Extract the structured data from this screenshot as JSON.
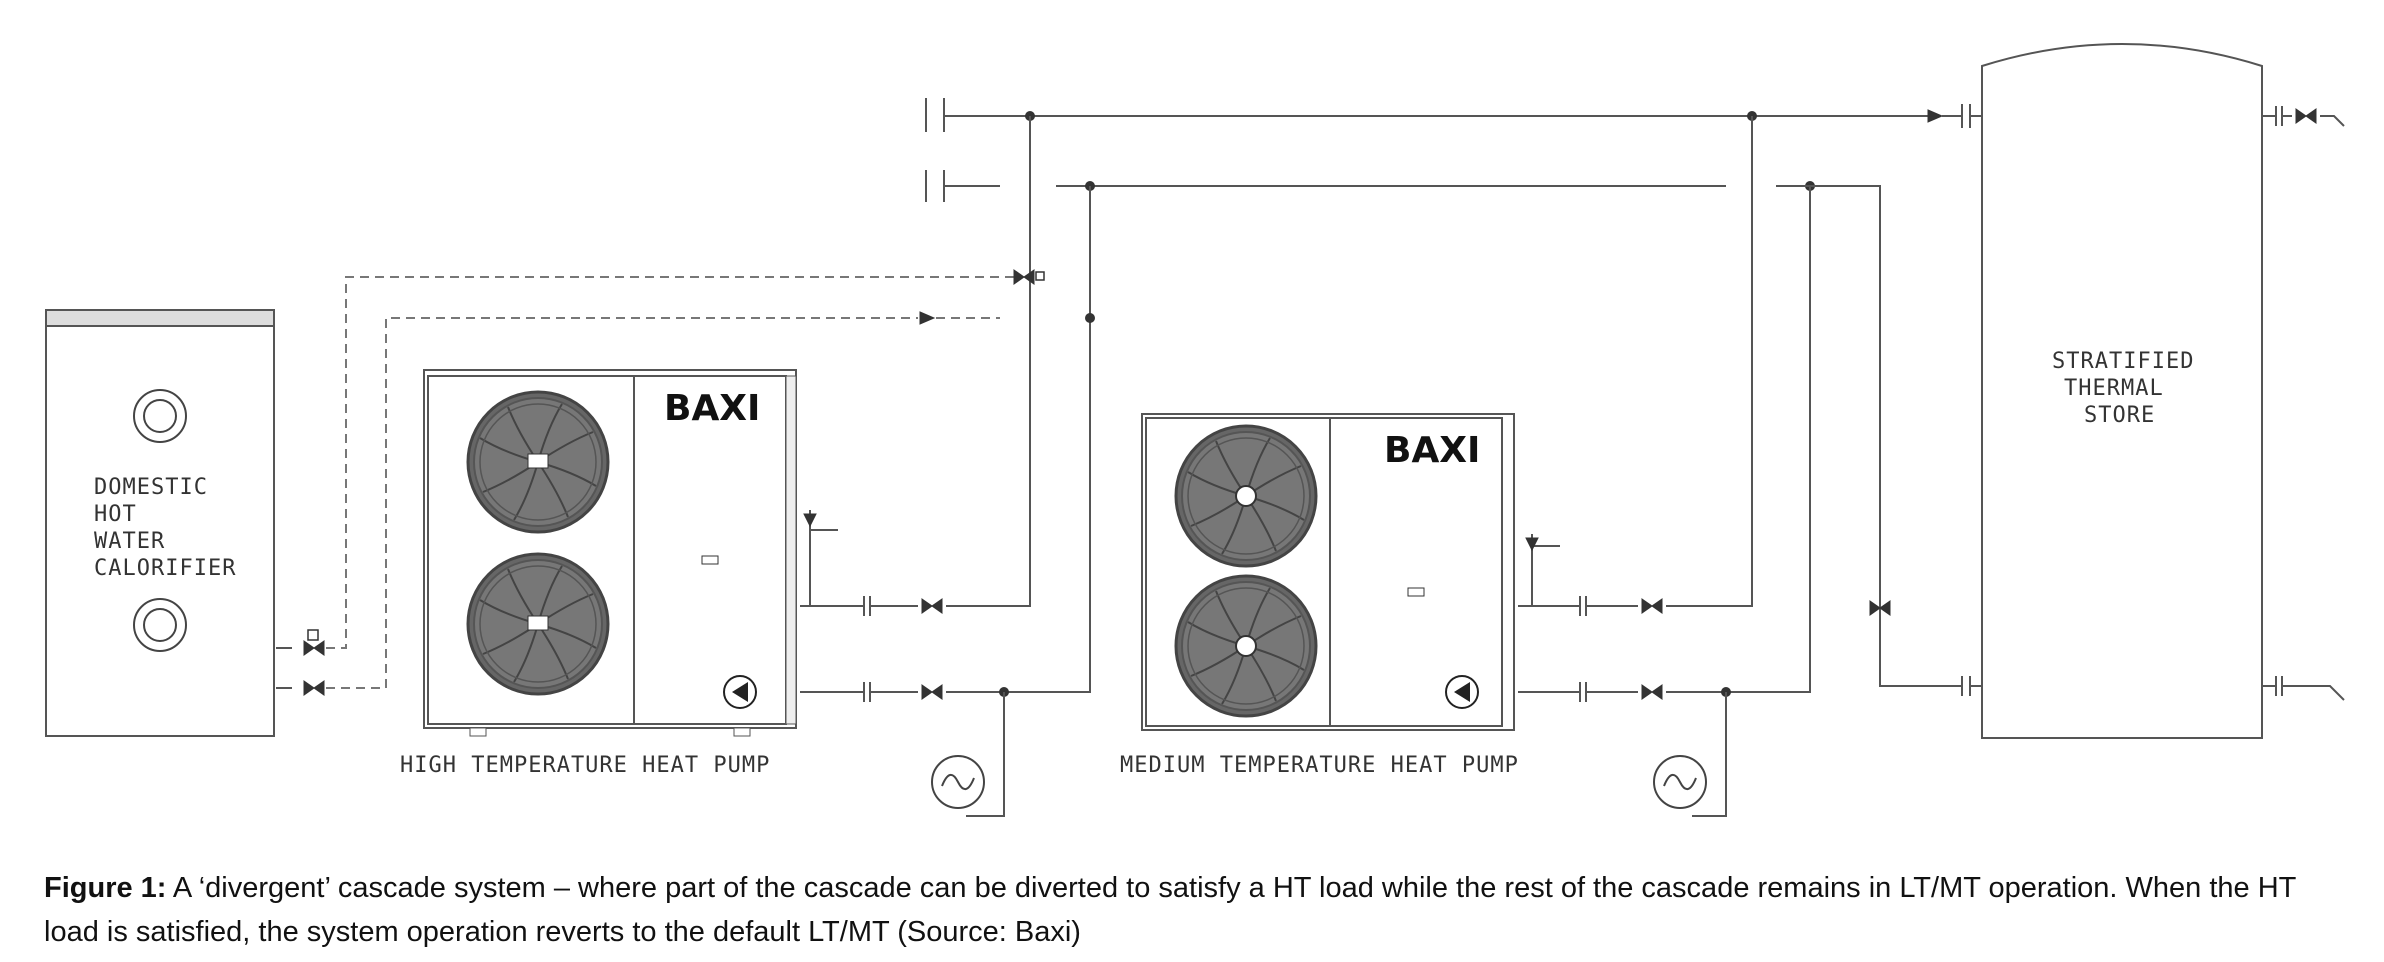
{
  "labels": {
    "calorifier": [
      "DOMESTIC",
      "HOT",
      "WATER",
      "CALORIFIER"
    ],
    "store": [
      "STRATIFIED",
      "THERMAL",
      "STORE"
    ],
    "ht_pump": "HIGH TEMPERATURE HEAT PUMP",
    "mt_pump": "MEDIUM TEMPERATURE HEAT PUMP",
    "brand": "BAXI"
  },
  "caption": {
    "figure_label": "Figure 1:",
    "text": " A ‘divergent’ cascade system – where part of the cascade can be diverted to satisfy a HT load while the rest of the cascade remains in LT/MT operation. When the HT load is satisfied, the system operation reverts to the default LT/MT (Source: Baxi)"
  }
}
